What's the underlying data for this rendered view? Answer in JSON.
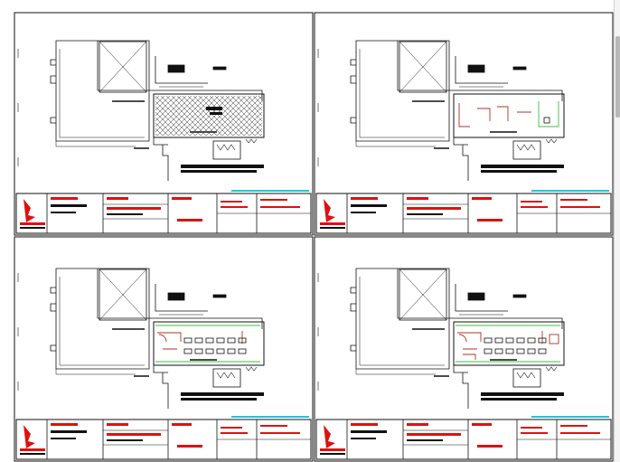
{
  "colors": {
    "line": "#111111",
    "title_red": "#dd1111",
    "cyan_note": "#22c4d8",
    "furniture_red": "#b03020",
    "partition_green": "#3fbf3f"
  },
  "sheets": [
    {
      "stage": "existing-hatched"
    },
    {
      "stage": "partition-layout"
    },
    {
      "stage": "furniture-layout-a"
    },
    {
      "stage": "furniture-layout-b"
    }
  ],
  "icons": {
    "logo": "company-logo-icon",
    "north": "north-arrow-icon"
  }
}
